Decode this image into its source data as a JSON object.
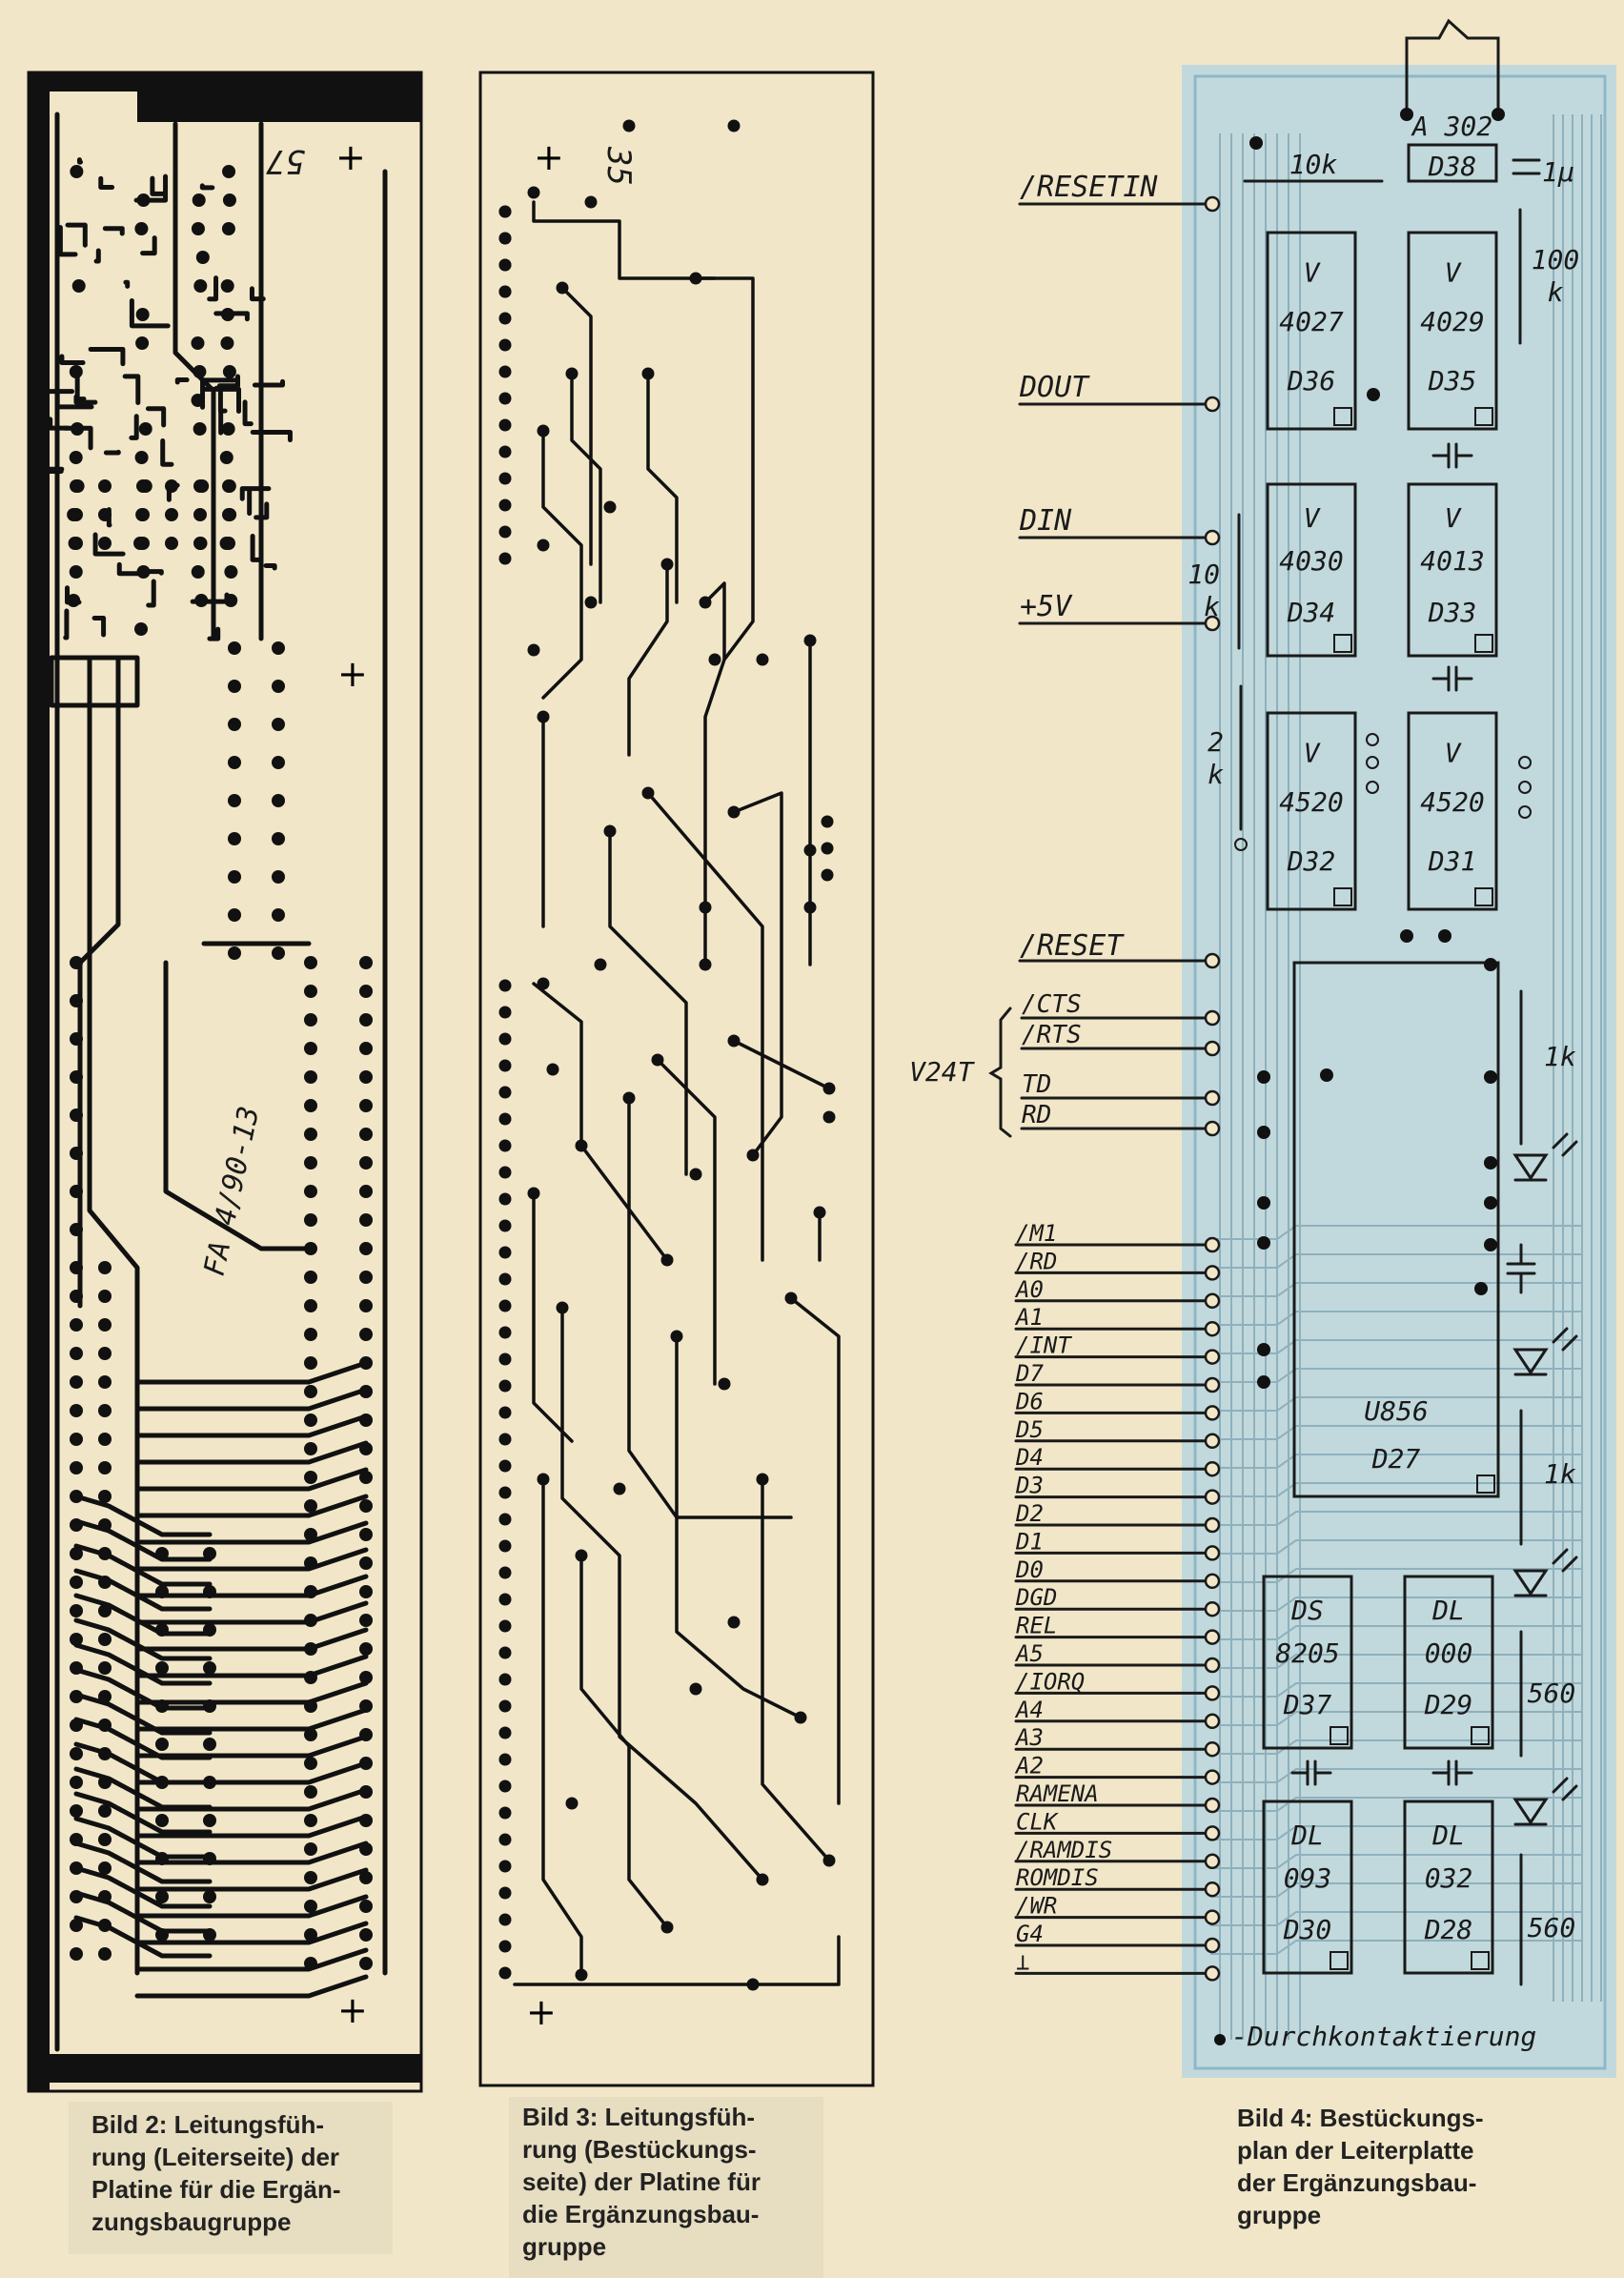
{
  "figure2": {
    "board_label": "FA 4/90-13",
    "plus_top": "+",
    "plus_bottom": "+",
    "mirrored_mark": "57",
    "caption": "Bild 2: Leitungsfüh-\nrung (Leiterseite) der\nPlatine für die Ergän-\nzungsbaugruppe"
  },
  "figure3": {
    "plus_top": "+",
    "plus_bottom": "+",
    "mirrored_mark": "35",
    "caption": "Bild 3: Leitungsfüh-\nrung (Bestückungs-\nseite) der Platine für\ndie Ergänzungsbau-\ngruppe"
  },
  "figure4": {
    "caption": "Bild 4: Bestückungs-\nplan der Leiterplatte\nder Ergänzungsbau-\ngruppe",
    "footnote": "●-Durchkontaktierung",
    "top_signals": [
      {
        "label": "/RESETIN"
      },
      {
        "label": "DOUT"
      },
      {
        "label": "DIN"
      },
      {
        "label": "+5V"
      }
    ],
    "reset_signal": "/RESET",
    "v24_group": "V24T",
    "v24_signals": [
      "/CTS",
      "/RTS",
      "TD",
      "RD"
    ],
    "bus_signals": [
      "/M1",
      "/RD",
      "A0",
      "A1",
      "/INT",
      "D7",
      "D6",
      "D5",
      "D4",
      "D3",
      "D2",
      "D1",
      "D0",
      "DGD",
      "REL",
      "A5",
      "/IORQ",
      "A4",
      "A3",
      "A2",
      "RAMENA",
      "CLK",
      "/RAMDIS",
      "ROMDIS",
      "/WR",
      "G4",
      "⊥"
    ],
    "chips": [
      {
        "type": "V",
        "part": "4027",
        "ref": "D36"
      },
      {
        "type": "V",
        "part": "4029",
        "ref": "D35"
      },
      {
        "type": "V",
        "part": "4030",
        "ref": "D34"
      },
      {
        "type": "V",
        "part": "4013",
        "ref": "D33"
      },
      {
        "type": "V",
        "part": "4520",
        "ref": "D32"
      },
      {
        "type": "V",
        "part": "4520",
        "ref": "D31"
      },
      {
        "type": "U856",
        "part": "",
        "ref": "D27"
      },
      {
        "type": "DS",
        "part": "8205",
        "ref": "D37"
      },
      {
        "type": "DL",
        "part": "000",
        "ref": "D29"
      },
      {
        "type": "DL",
        "part": "093",
        "ref": "D30"
      },
      {
        "type": "DL",
        "part": "032",
        "ref": "D28"
      }
    ],
    "connector": {
      "name": "A 302",
      "ref": "D38"
    },
    "components": {
      "r_top": "10k",
      "c_top": "1µ",
      "r_100k_a": "100",
      "r_100k_b": "k",
      "r_10k_a": "10",
      "r_10k_b": "k",
      "r_2k_a": "2",
      "r_2k_b": "k",
      "r_1k_a": "1k",
      "r_1k_b": "1k",
      "r_560_a": "560",
      "r_560_b": "560"
    },
    "colors": {
      "board_tint": "#b9d6df",
      "ink": "#1a1a1a",
      "paper": "#f1e6c8"
    }
  }
}
